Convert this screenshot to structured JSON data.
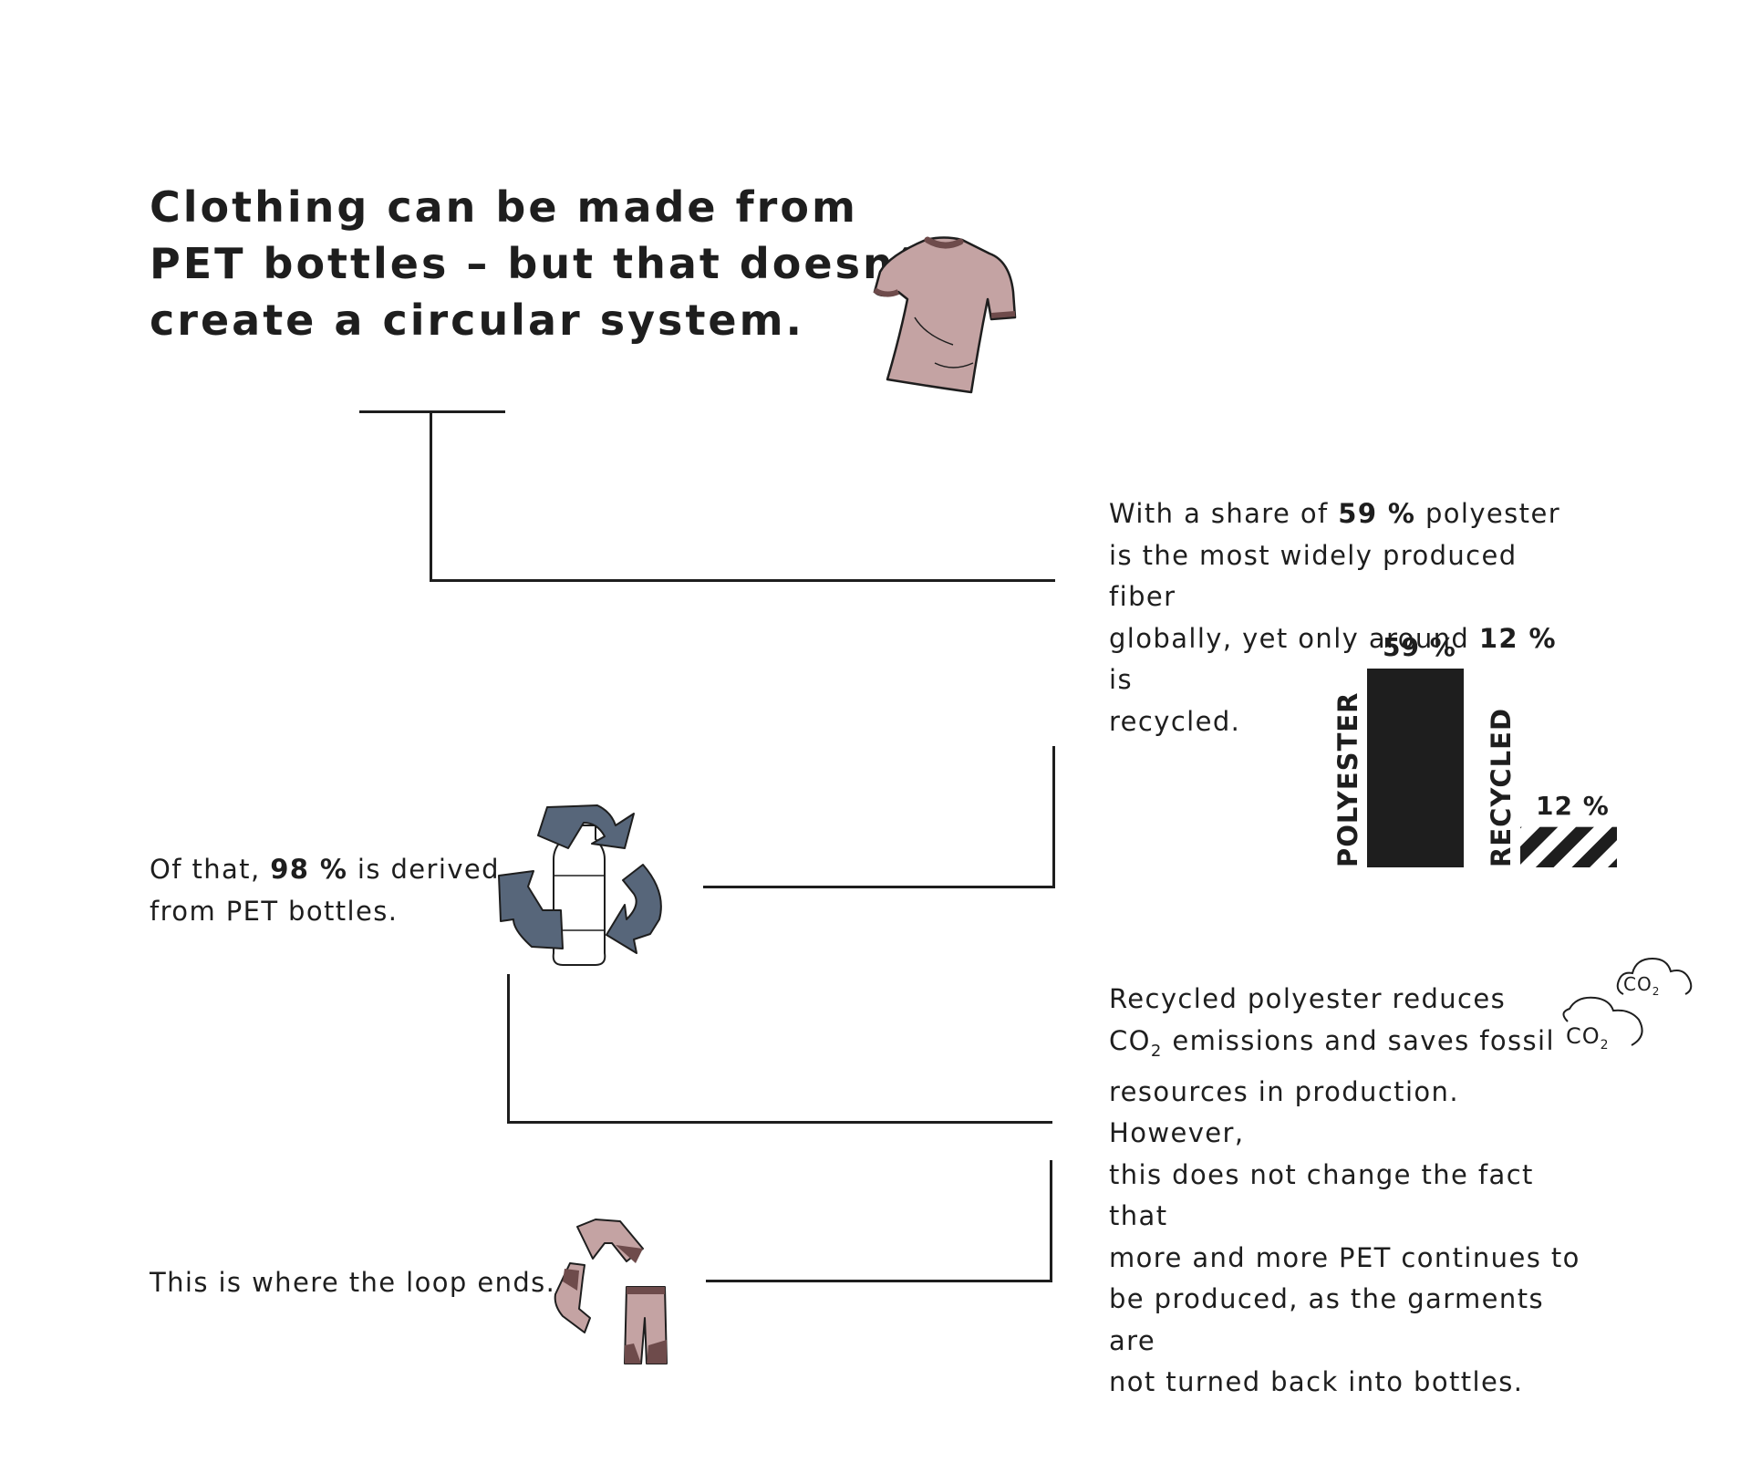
{
  "title": {
    "line1": "Clothing can be made from",
    "line2": "PET bottles – but that doesn‘t",
    "line3": "create a circular system."
  },
  "block1": {
    "l1_pre": "With a share of ",
    "l1_bold": "59 %",
    "l1_post": " polyester",
    "l2": "is the most widely produced fiber",
    "l3_pre": "globally, yet only around ",
    "l3_bold": "12 %",
    "l3_post": " is",
    "l4": "recycled."
  },
  "block2": {
    "l1_pre": "Of that, ",
    "l1_bold": "98 %",
    "l1_post": " is derived",
    "l2": "from PET bottles."
  },
  "block3": {
    "l1": "Recycled polyester reduces",
    "l2_a": "CO",
    "l2_sub": "2",
    "l2_b": " emissions and saves fossil",
    "l3": "resources in production. However,",
    "l4": "this does not change the fact that",
    "l5": "more and more PET continues to",
    "l6": "be produced, as the garments are",
    "l7": "not turned back into bottles."
  },
  "block4": {
    "l1": "This is where the loop ends."
  },
  "co2_badges": [
    {
      "text": "CO",
      "sub": "2"
    },
    {
      "text": "CO",
      "sub": "2"
    }
  ],
  "chart_data": {
    "type": "bar",
    "categories": [
      "POLYESTER",
      "RECYCLED"
    ],
    "values": [
      59,
      12
    ],
    "value_labels": [
      "59 %",
      "12 %"
    ],
    "ylim": [
      0,
      59
    ],
    "fills": [
      "solid",
      "striped"
    ],
    "colors": {
      "bar": "#1e1e1e"
    }
  },
  "colors": {
    "text": "#1e1e1e",
    "shirt": "#c4a3a3",
    "shirt_dark": "#6e4b4b",
    "recycle_arrows": "#57667a"
  },
  "icons": [
    "tshirt-icon",
    "recycle-bottle-icon",
    "co2-cloud-icon",
    "clothing-recycle-icon"
  ]
}
